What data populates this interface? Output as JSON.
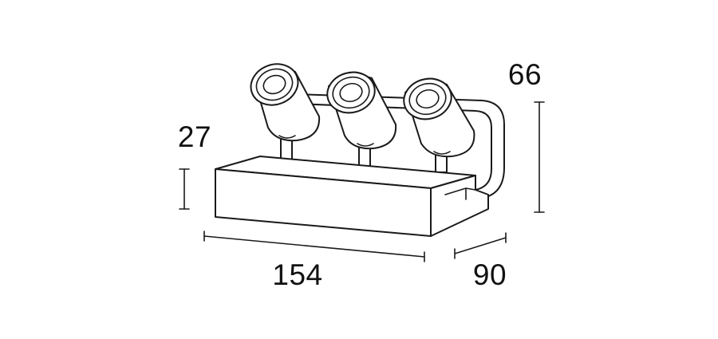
{
  "dimensions": {
    "overall_height": "66",
    "base_height": "27",
    "length": "154",
    "depth": "90"
  },
  "colors": {
    "line": "#1a1a1a",
    "background": "#ffffff"
  }
}
